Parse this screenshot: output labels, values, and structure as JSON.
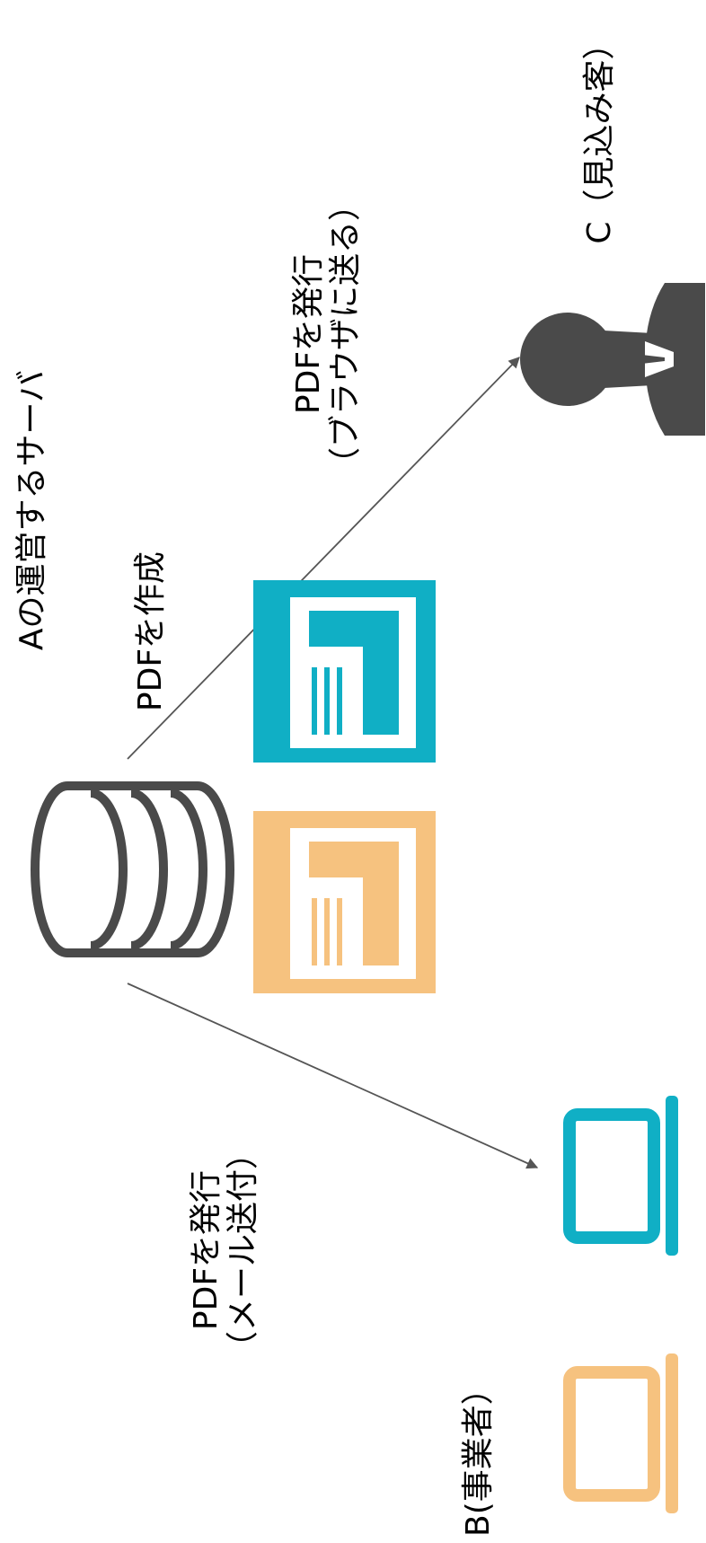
{
  "labels": {
    "server": "Aの運営するサーバ",
    "create_pdf": "PDFを作成",
    "issue_browser_line1": "PDFを発行",
    "issue_browser_line2": "（ブラウザに送る）",
    "issue_mail_line1": "PDFを発行",
    "issue_mail_line2": "（メール送付）",
    "customer": "C（見込み客）",
    "business": "B(事業者）"
  },
  "colors": {
    "server": "#4a4a4a",
    "arrow": "#555555",
    "orange": "#f6c27f",
    "teal": "#10afc5",
    "person": "#4a4a4a",
    "text": "#000000"
  },
  "icons": {
    "server": "database-icon",
    "orange_document": "document-icon",
    "teal_document": "document-icon",
    "customer": "person-icon",
    "teal_laptop": "laptop-icon",
    "orange_laptop": "laptop-icon"
  }
}
